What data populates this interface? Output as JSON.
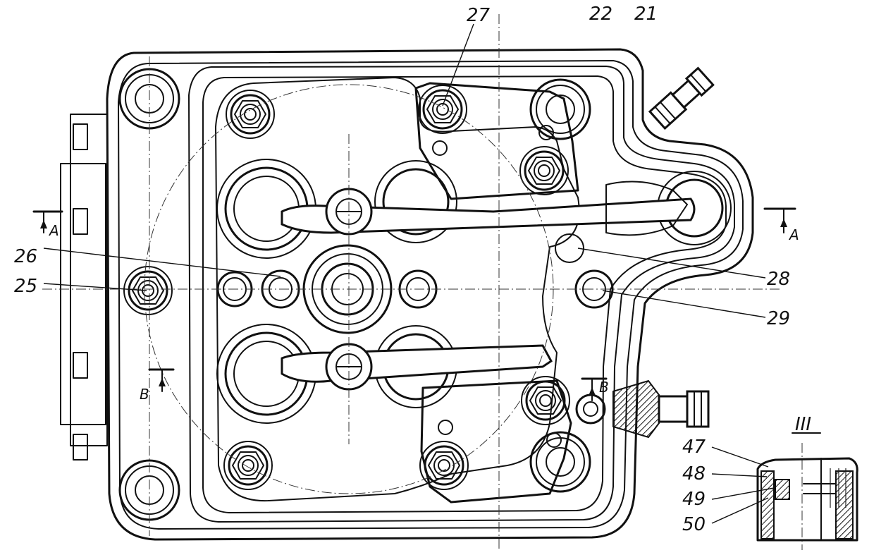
{
  "labels": {
    "l21": "21",
    "l22": "22",
    "l25": "25",
    "l26": "26",
    "l27": "27",
    "l28": "28",
    "l29": "29",
    "l47": "47",
    "l48": "48",
    "l49": "49",
    "l50": "50"
  },
  "section_marks": {
    "a_left": "A",
    "a_right": "A",
    "b_left": "B",
    "b_right": "B"
  },
  "detail_view": {
    "title": "III"
  }
}
